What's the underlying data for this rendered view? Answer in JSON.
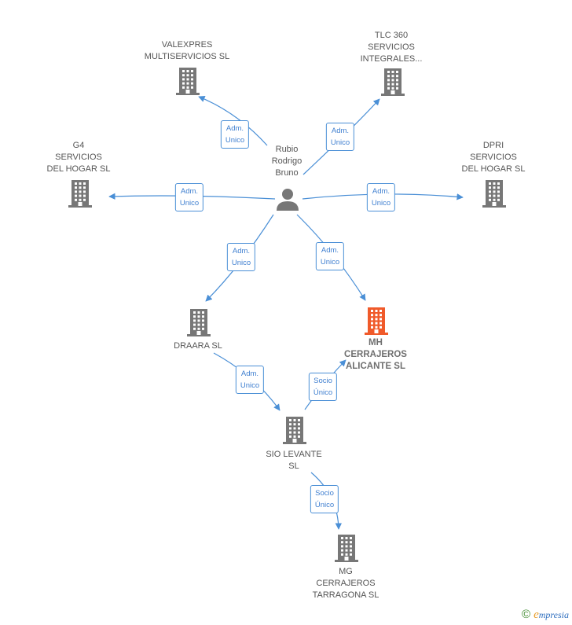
{
  "colors": {
    "edge": "#4a8fd6",
    "building": "#777777",
    "highlight": "#f05a2a",
    "person": "#777777"
  },
  "nodes": [
    {
      "id": "person",
      "kind": "person-icon",
      "lines": [
        "Rubio",
        "Rodrigo",
        "Bruno"
      ]
    },
    {
      "id": "valexpres",
      "kind": "building-icon",
      "lines": [
        "VALEXPRES",
        "MULTISERVICIOS SL"
      ]
    },
    {
      "id": "tlc360",
      "kind": "building-icon",
      "lines": [
        "TLC 360",
        "SERVICIOS",
        "INTEGRALES..."
      ]
    },
    {
      "id": "g4",
      "kind": "building-icon",
      "lines": [
        "G4",
        "SERVICIOS",
        "DEL HOGAR  SL"
      ]
    },
    {
      "id": "dpri",
      "kind": "building-icon",
      "lines": [
        "DPRI",
        "SERVICIOS",
        "DEL HOGAR  SL"
      ]
    },
    {
      "id": "draara",
      "kind": "building-icon",
      "lines": [
        "DRAARA  SL"
      ]
    },
    {
      "id": "mh",
      "kind": "building-icon",
      "highlight": true,
      "lines": [
        "MH",
        "CERRAJEROS",
        "ALICANTE  SL"
      ]
    },
    {
      "id": "sio",
      "kind": "building-icon",
      "lines": [
        "SIO LEVANTE",
        "SL"
      ]
    },
    {
      "id": "mg",
      "kind": "building-icon",
      "lines": [
        "MG",
        "CERRAJEROS",
        "TARRAGONA  SL"
      ]
    }
  ],
  "edges": [
    {
      "from": "person",
      "to": "valexpres",
      "label": [
        "Adm.",
        "Unico"
      ]
    },
    {
      "from": "person",
      "to": "tlc360",
      "label": [
        "Adm.",
        "Unico"
      ]
    },
    {
      "from": "person",
      "to": "g4",
      "label": [
        "Adm.",
        "Unico"
      ]
    },
    {
      "from": "person",
      "to": "dpri",
      "label": [
        "Adm.",
        "Unico"
      ]
    },
    {
      "from": "person",
      "to": "draara",
      "label": [
        "Adm.",
        "Unico"
      ]
    },
    {
      "from": "person",
      "to": "mh",
      "label": [
        "Adm.",
        "Unico"
      ]
    },
    {
      "from": "draara",
      "to": "sio",
      "label": [
        "Adm.",
        "Unico"
      ]
    },
    {
      "from": "sio",
      "to": "mh",
      "label": [
        "Socio",
        "Único"
      ]
    },
    {
      "from": "sio",
      "to": "mg",
      "label": [
        "Socio",
        "Único"
      ]
    }
  ],
  "watermark": {
    "symbol": "©",
    "brand_initial": "e",
    "brand_rest": "mpresia"
  }
}
